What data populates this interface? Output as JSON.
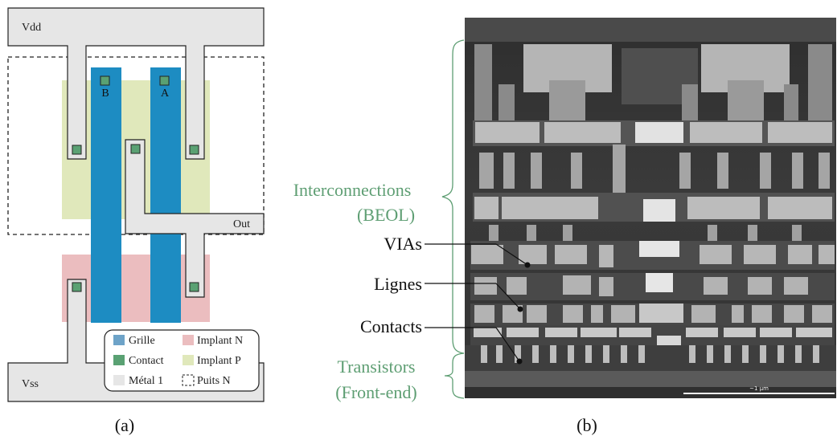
{
  "panel_a": {
    "caption": "(a)",
    "rails": {
      "vdd_label": "Vdd",
      "vss_label": "Vss"
    },
    "gate_labels": {
      "b": "B",
      "a": "A"
    },
    "output_label": "Out",
    "legend": {
      "items": [
        {
          "label": "Grille",
          "color": "#6ea3c8"
        },
        {
          "label": "Implant N",
          "color": "#ebbdbf"
        },
        {
          "label": "Contact",
          "color": "#5aa173"
        },
        {
          "label": "Implant P",
          "color": "#e0e8bb"
        },
        {
          "label": "Métal 1",
          "color": "#e6e6e6"
        },
        {
          "label": "Puits N",
          "color": "#ffffff"
        }
      ]
    },
    "colors": {
      "gate": "#1d8cc2",
      "contact": "#5aa173",
      "metal": "#e6e6e6",
      "implant_p": "#e0e8bb",
      "implant_n": "#ebbdbf"
    }
  },
  "panel_b": {
    "caption": "(b)",
    "interconnections_label": "Interconnections",
    "beol_label": "(BEOL)",
    "transistors_label": "Transistors",
    "frontend_label": "(Front-end)",
    "vias_label": "VIAs",
    "lignes_label": "Lignes",
    "contacts_label": "Contacts",
    "scale_bar_label": "~1 µm",
    "accent_color": "#5e9e73"
  }
}
